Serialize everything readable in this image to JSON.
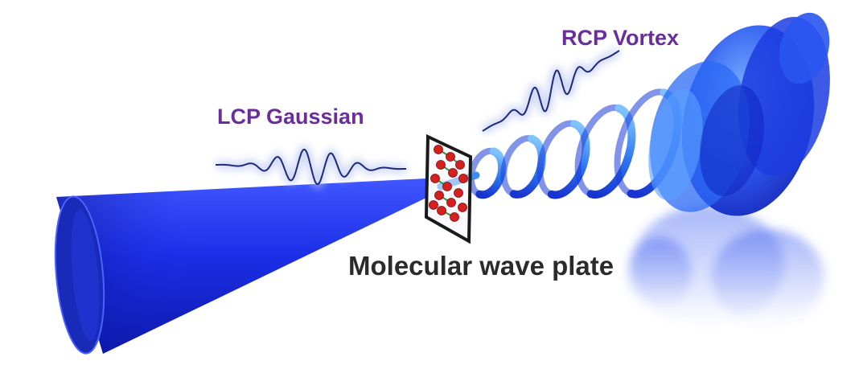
{
  "labels": {
    "lcp_gaussian": "LCP Gaussian",
    "rcp_vortex": "RCP Vortex",
    "molecular_wave_plate": "Molecular wave plate"
  },
  "colors": {
    "beam_blue": "#1a2fe0",
    "beam_light": "#4a9cff",
    "label_purple": "#6a2e9a",
    "caption_dark": "#2b2b2b",
    "wave_navy": "#1b2a78",
    "glow": "#b9c4f2",
    "atom_red": "#d61f1f",
    "plate_frame": "#1a1a1a"
  },
  "elements": {
    "input_beam": "gaussian-cone",
    "output_beam": "helical-vortex",
    "plate_icon": "molecule-lattice-icon"
  }
}
